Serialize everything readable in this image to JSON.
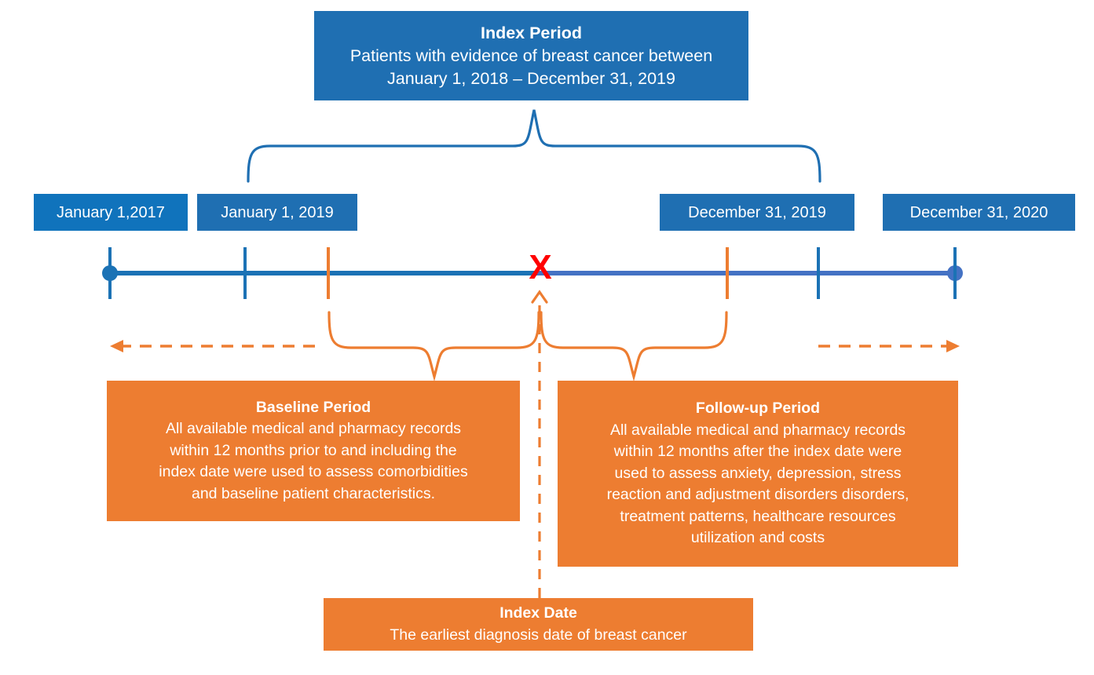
{
  "diagram": {
    "title_box": {
      "title": "Index Period",
      "line1": "Patients with evidence of breast cancer between",
      "line2": "January 1, 2018 –  December 31, 2019"
    },
    "timeline": {
      "date_labels": [
        "January 1,2017",
        "January 1, 2019",
        "December 31, 2019",
        "December 31, 2020"
      ],
      "index_marker": "X"
    },
    "baseline": {
      "title": "Baseline Period",
      "line1": "All available medical and pharmacy records",
      "line2": "within 12 months prior to and including the",
      "line3": "index date were used to assess comorbidities",
      "line4": "and baseline patient characteristics."
    },
    "followup": {
      "title": "Follow-up Period",
      "line1": "All available medical and pharmacy records",
      "line2": "within 12 months after the index date were",
      "line3": "used to assess anxiety, depression, stress",
      "line4": "reaction and adjustment disorders disorders,",
      "line5": "treatment patterns, healthcare resources",
      "line6": "utilization and costs"
    },
    "index_date": {
      "title": "Index Date",
      "line1": "The earliest diagnosis date of  breast cancer"
    },
    "colors": {
      "blue": "#1F6FB2",
      "blue_alt": "#1073BC",
      "blue_line_left": "#1B72B5",
      "blue_line_right": "#4472C4",
      "orange": "#ED7D31",
      "red": "#FF0000"
    }
  }
}
